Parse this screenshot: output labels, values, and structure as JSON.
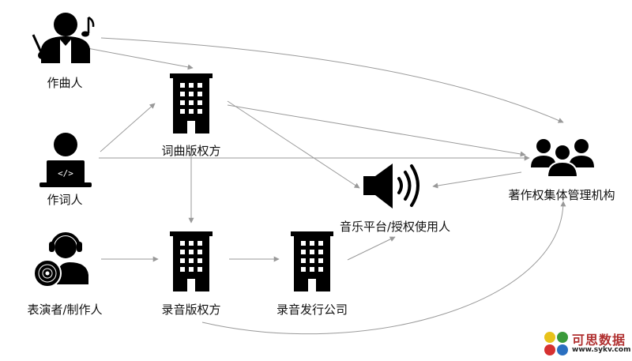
{
  "nodes": {
    "composer": {
      "label": "作曲人",
      "icon": "conductor-icon"
    },
    "lyricist": {
      "label": "作词人",
      "icon": "coder-laptop-icon"
    },
    "performer": {
      "label": "表演者/制作人",
      "icon": "headphone-disc-icon"
    },
    "lyrics_music_rights": {
      "label": "词曲版权方",
      "icon": "building-icon"
    },
    "recording_rights": {
      "label": "录音版权方",
      "icon": "building-icon"
    },
    "record_label": {
      "label": "录音发行公司",
      "icon": "building-icon"
    },
    "music_platform": {
      "label": "音乐平台/授权使用人",
      "icon": "speaker-icon"
    },
    "collective_org": {
      "label": "著作权集体管理机构",
      "icon": "group-icon"
    }
  },
  "watermark": {
    "title": "可思数据",
    "url": "www.sykv.com"
  }
}
